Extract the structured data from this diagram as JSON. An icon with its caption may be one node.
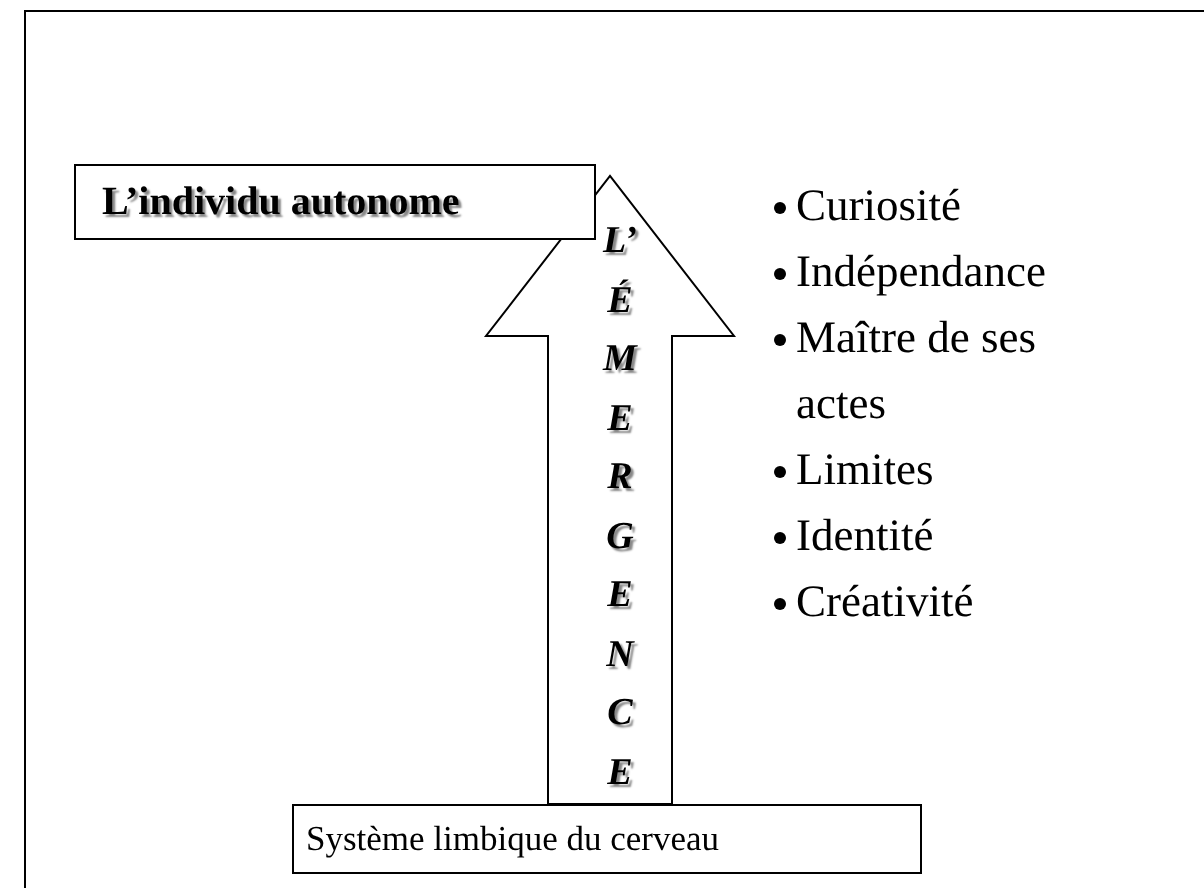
{
  "diagram": {
    "nodes": [
      {
        "text": [
          "L’individu autonome"
        ]
      },
      {
        "text": [
          "Système limbique du cerveau"
        ]
      }
    ],
    "edges": [
      {
        "from": 1,
        "to": 0,
        "arrow": "to",
        "label": "L’ÉMERGENCE",
        "style": "thick"
      }
    ],
    "labels": [
      "Curiosité",
      "Indépendance",
      "Maître de ses actes",
      "Limites",
      "Identité",
      "Créativité"
    ]
  }
}
